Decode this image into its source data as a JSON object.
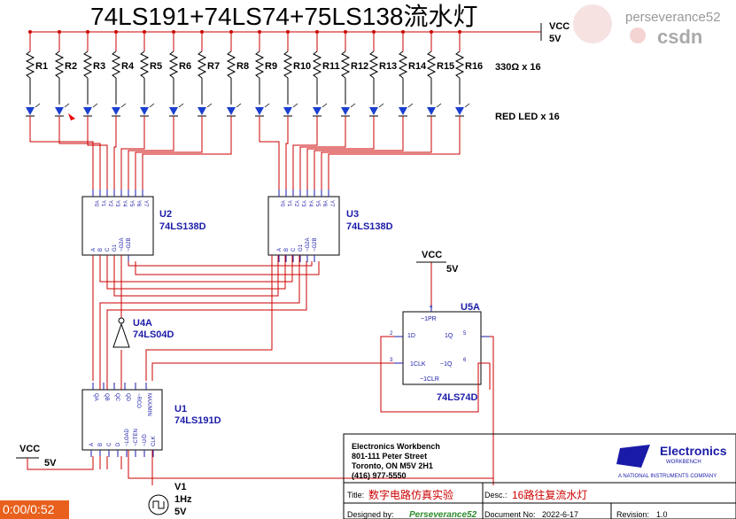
{
  "title": "74LS191+74LS74+75LS138流水灯",
  "watermark": {
    "user": "perseverance52",
    "site": "csdn"
  },
  "supply": {
    "net": "VCC",
    "voltage": "5V"
  },
  "resistors": {
    "labels": [
      "R1",
      "R2",
      "R3",
      "R4",
      "R5",
      "R6",
      "R7",
      "R8",
      "R9",
      "R10",
      "R11",
      "R12",
      "R13",
      "R14",
      "R15",
      "R16"
    ],
    "note": "330Ω x 16"
  },
  "leds": {
    "note": "RED LED x 16",
    "lit_index": 1
  },
  "ics": {
    "u2": {
      "ref": "U2",
      "part": "74LS138D"
    },
    "u3": {
      "ref": "U3",
      "part": "74LS138D"
    },
    "u4a": {
      "ref": "U4A",
      "part": "74LS04D"
    },
    "u5a": {
      "ref": "U5A",
      "part": "74LS74D"
    },
    "u1": {
      "ref": "U1",
      "part": "74LS191D"
    }
  },
  "pins138": {
    "out": [
      "Y0",
      "Y1",
      "Y2",
      "Y3",
      "Y4",
      "Y5",
      "Y6",
      "Y7"
    ],
    "in": [
      "A",
      "B",
      "C",
      "G1",
      "~G2A",
      "~G2B"
    ]
  },
  "pins74": {
    "pr": "~1PR",
    "d": "1D",
    "q": "1Q",
    "clk": "1CLK",
    "qn": "~1Q",
    "clr": "~1CLR",
    "n2": "2",
    "n3": "3",
    "n4": "4",
    "n5": "5",
    "n6": "6"
  },
  "pins191": {
    "top": [
      "QA",
      "QB",
      "QC",
      "QD",
      "~RCO",
      "MAX/MIN"
    ],
    "bottom": [
      "A",
      "B",
      "C",
      "D",
      "~LOAD",
      "~CTEN",
      "~U/D",
      "CLK"
    ]
  },
  "source": {
    "ref": "V1",
    "freq": "1Hz",
    "amp": "5V"
  },
  "vcc_right": {
    "net": "VCC",
    "voltage": "5V"
  },
  "vcc_left": {
    "net": "VCC",
    "voltage": "5V"
  },
  "title_block": {
    "company": "Electronics Workbench",
    "addr1": "801-111 Peter Street",
    "addr2": "Toronto, ON M5V 2H1",
    "phone": "(416) 977-5550",
    "logo_main": "Electronics",
    "logo_sub": "WORKBENCH",
    "logo_corp": "A NATIONAL INSTRUMENTS COMPANY",
    "title_label": "Title:",
    "title_value": "数字电路仿真实验",
    "desc_label": "Desc.:",
    "desc_value": "16路往复流水灯",
    "designed_label": "Designed by:",
    "designed_value": "Perseverance52",
    "doc_label": "Document No:",
    "doc_value": "2022-6-17",
    "rev_label": "Revision:",
    "rev_value": "1.0"
  },
  "timer": "0:00/0:52",
  "colors": {
    "wire": "#cc0000",
    "ic": "#1a1aa8",
    "led": "#1a3fd0",
    "timer_bg": "#e8601c"
  }
}
